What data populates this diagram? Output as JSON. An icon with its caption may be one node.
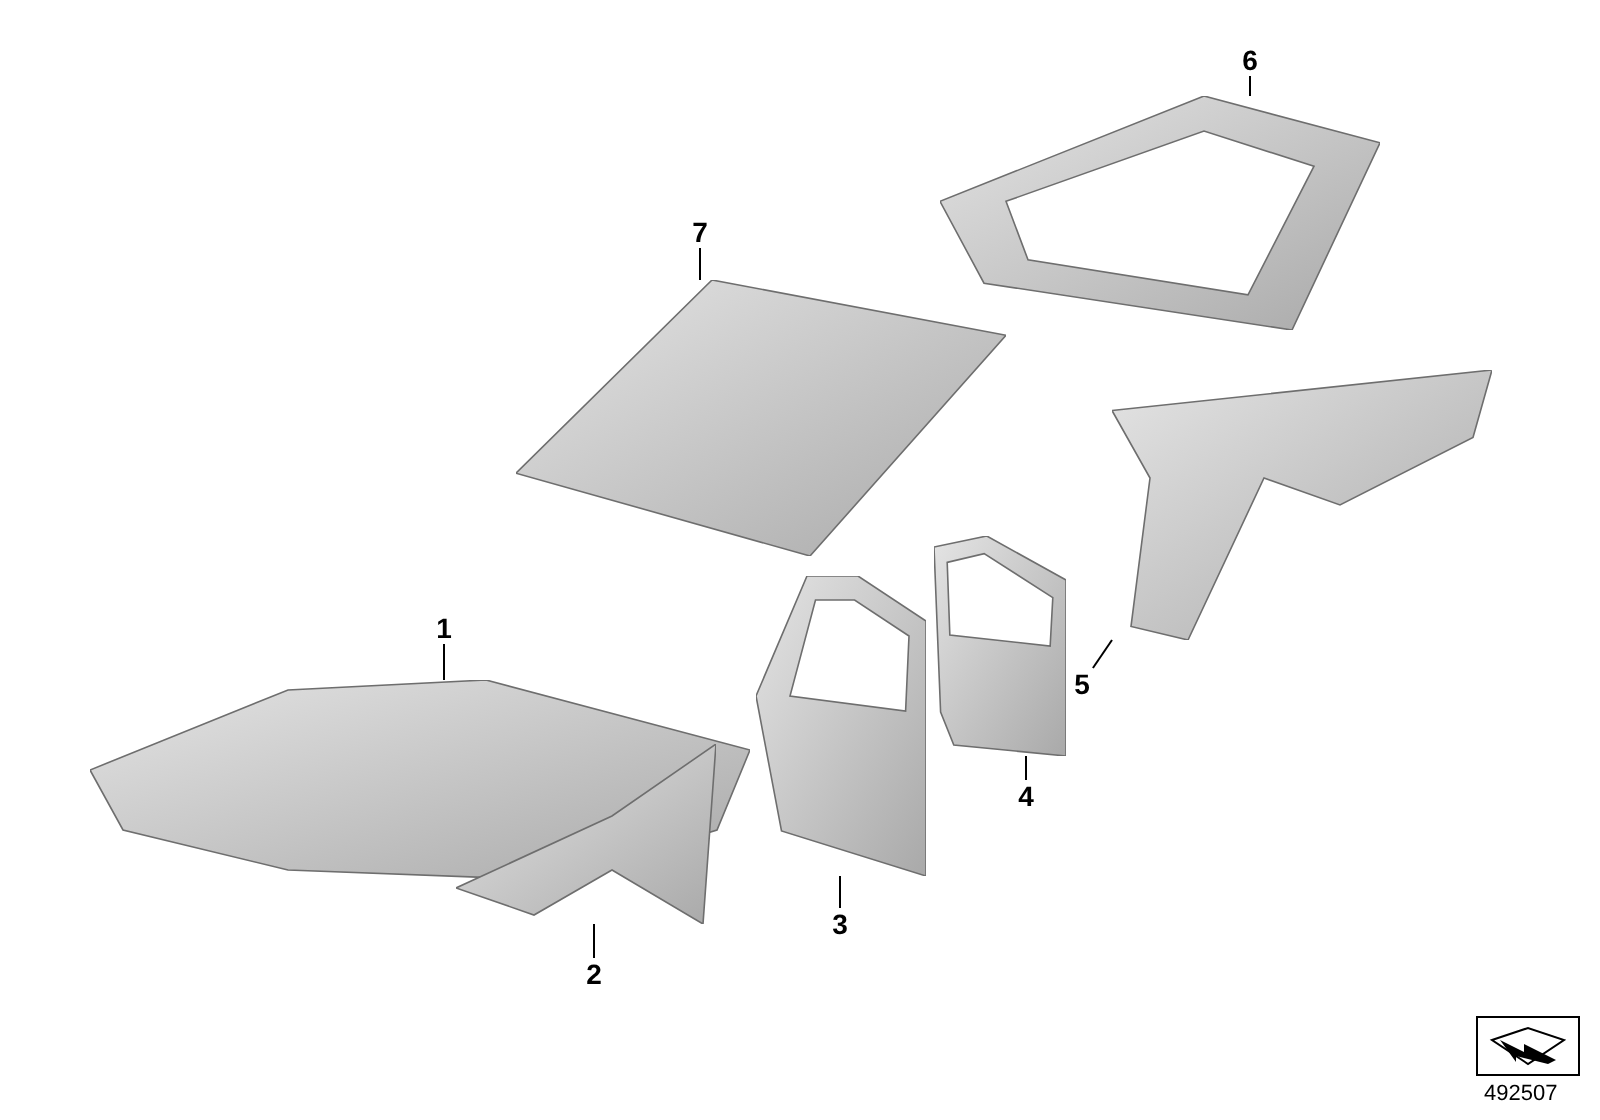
{
  "diagram": {
    "nodes": [
      {
        "text": [
          "1"
        ]
      },
      {
        "text": [
          "2"
        ]
      },
      {
        "text": [
          "3"
        ]
      },
      {
        "text": [
          "4"
        ]
      },
      {
        "text": [
          "5"
        ]
      },
      {
        "text": [
          "6"
        ]
      },
      {
        "text": [
          "7"
        ]
      },
      {
        "text": [],
        "shape": "picture"
      },
      {
        "text": [],
        "shape": "picture"
      },
      {
        "text": [],
        "shape": "picture"
      },
      {
        "text": [],
        "shape": "picture"
      },
      {
        "text": [],
        "shape": "picture"
      },
      {
        "text": [],
        "shape": "picture"
      },
      {
        "text": [],
        "shape": "picture"
      }
    ],
    "edges": [
      {
        "from": 0,
        "to": 7,
        "arrow": "none"
      },
      {
        "from": 1,
        "to": 8,
        "arrow": "none"
      },
      {
        "from": 2,
        "to": 9,
        "arrow": "none"
      },
      {
        "from": 3,
        "to": 10,
        "arrow": "none"
      },
      {
        "from": 4,
        "to": 11,
        "arrow": "none"
      },
      {
        "from": 5,
        "to": 12,
        "arrow": "none"
      },
      {
        "from": 6,
        "to": 13,
        "arrow": "none"
      }
    ],
    "labels": [
      "492507"
    ]
  }
}
